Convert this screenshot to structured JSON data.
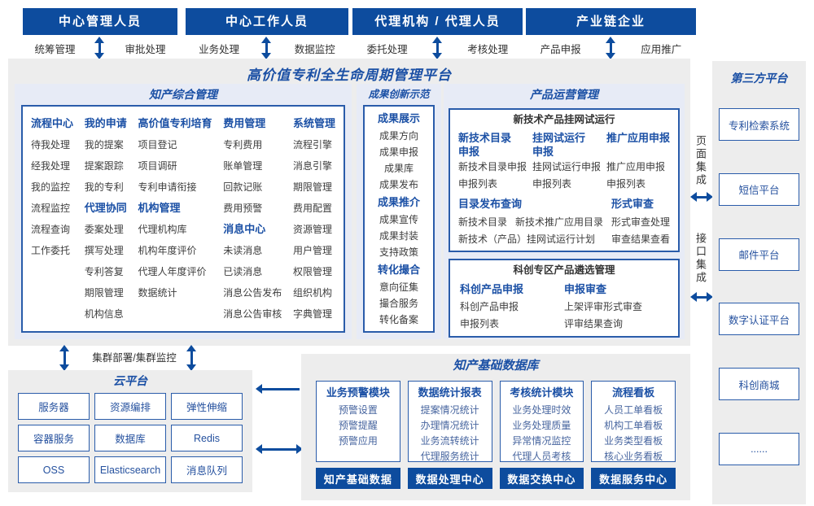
{
  "colors": {
    "header_bg": "#0d4c9e",
    "accent_blue": "#1b50a5",
    "border_blue": "#2a5caa",
    "panel_gray": "#ededed",
    "section_lavender": "#e7ebf6",
    "item_dark": "#3d3d3d",
    "item_blue": "#47659f"
  },
  "actors": [
    {
      "title": "中心管理人员",
      "left": "统筹管理",
      "right": "审批处理"
    },
    {
      "title": "中心工作人员",
      "left": "业务处理",
      "right": "数据监控"
    },
    {
      "title": "代理机构 / 代理人员",
      "left": "委托处理",
      "right": "考核处理"
    },
    {
      "title": "产业链企业",
      "left": "产品申报",
      "right": "应用推广"
    }
  ],
  "platform": {
    "title": "高价值专利全生命周期管理平台"
  },
  "ip_mgmt": {
    "title": "知产综合管理",
    "columns": [
      {
        "groups": [
          {
            "header": "流程中心",
            "items": [
              "待我处理",
              "经我处理",
              "我的监控",
              "流程监控",
              "流程查询",
              "工作委托"
            ]
          }
        ]
      },
      {
        "groups": [
          {
            "header": "我的申请",
            "items": [
              "我的提案",
              "提案跟踪",
              "我的专利"
            ]
          },
          {
            "header": "代理协同",
            "items": [
              "委案处理",
              "撰写处理",
              "专利答复",
              "期限管理",
              "机构信息"
            ]
          }
        ]
      },
      {
        "groups": [
          {
            "header": "高价值专利培育",
            "items": [
              "项目登记",
              "项目调研",
              "专利申请衔接"
            ]
          },
          {
            "header": "机构管理",
            "items": [
              "代理机构库",
              "机构年度评价",
              "代理人年度评价",
              "数据统计"
            ]
          }
        ]
      },
      {
        "groups": [
          {
            "header": "费用管理",
            "items": [
              "专利费用",
              "账单管理",
              "回款记账",
              "费用预警"
            ]
          },
          {
            "header": "消息中心",
            "items": [
              "未读消息",
              "已读消息",
              "消息公告发布",
              "消息公告审核"
            ]
          }
        ]
      },
      {
        "groups": [
          {
            "header": "系统管理",
            "items": [
              "流程引擎",
              "消息引擎",
              "期限管理",
              "费用配置",
              "资源管理",
              "用户管理",
              "权限管理",
              "组织机构",
              "字典管理"
            ]
          }
        ]
      }
    ]
  },
  "achievements": {
    "title": "成果创新示范",
    "groups": [
      {
        "header": "成果展示",
        "items": [
          "成果方向",
          "成果申报",
          "成果库",
          "成果发布"
        ]
      },
      {
        "header": "成果推介",
        "items": [
          "成果宣传",
          "成果封装",
          "支持政策"
        ]
      },
      {
        "header": "转化撮合",
        "items": [
          "意向征集",
          "撮合服务",
          "转化备案"
        ]
      }
    ]
  },
  "product_ops": {
    "title": "产品运营管理",
    "trial_box": {
      "title": "新技术产品挂网试运行",
      "columns": [
        {
          "header": "新技术目录申报",
          "items": [
            "新技术目录申报",
            "申报列表"
          ]
        },
        {
          "header": "挂网试运行申报",
          "items": [
            "挂网试运行申报",
            "申报列表"
          ]
        },
        {
          "header": "推广应用申报",
          "items": [
            "推广应用申报",
            "申报列表"
          ]
        }
      ],
      "catalog_query": {
        "header": "目录发布查询",
        "row1": [
          "新技术目录",
          "新技术推广应用目录"
        ],
        "row2": "新技术（产品）挂网试运行计划"
      },
      "formal_review": {
        "header": "形式审查",
        "items": [
          "形式审查处理",
          "审查结果查看"
        ]
      }
    },
    "selection_box": {
      "title": "科创专区产品遴选管理",
      "columns": [
        {
          "header": "科创产品申报",
          "items": [
            "科创产品申报",
            "申报列表"
          ]
        },
        {
          "header": "申报审查",
          "items": [
            "上架评审形式审查",
            "评审结果查询"
          ]
        }
      ]
    }
  },
  "third_party": {
    "title": "第三方平台",
    "items": [
      "专利检索系统",
      "短信平台",
      "邮件平台",
      "数字认证平台",
      "科创商城",
      "......"
    ]
  },
  "integration": {
    "page": "页面集成",
    "interface": "接口集成"
  },
  "cloud": {
    "title": "云平台",
    "cluster_label": "集群部署/集群监控",
    "items": [
      "服务器",
      "资源编排",
      "弹性伸缩",
      "容器服务",
      "数据库",
      "Redis",
      "OSS",
      "Elasticsearch",
      "消息队列"
    ]
  },
  "database": {
    "title": "知产基础数据库",
    "modules": [
      {
        "header": "业务预警模块",
        "items": [
          "预警设置",
          "预警提醒",
          "预警应用"
        ]
      },
      {
        "header": "数据统计报表",
        "items": [
          "提案情况统计",
          "办理情况统计",
          "业务流转统计",
          "代理服务统计"
        ]
      },
      {
        "header": "考核统计模块",
        "items": [
          "业务处理时效",
          "业务处理质量",
          "异常情况监控",
          "代理人员考核"
        ]
      },
      {
        "header": "流程看板",
        "items": [
          "人员工单看板",
          "机构工单看板",
          "业务类型看板",
          "核心业务看板"
        ]
      }
    ],
    "centers": [
      "知产基础数据",
      "数据处理中心",
      "数据交换中心",
      "数据服务中心"
    ]
  }
}
